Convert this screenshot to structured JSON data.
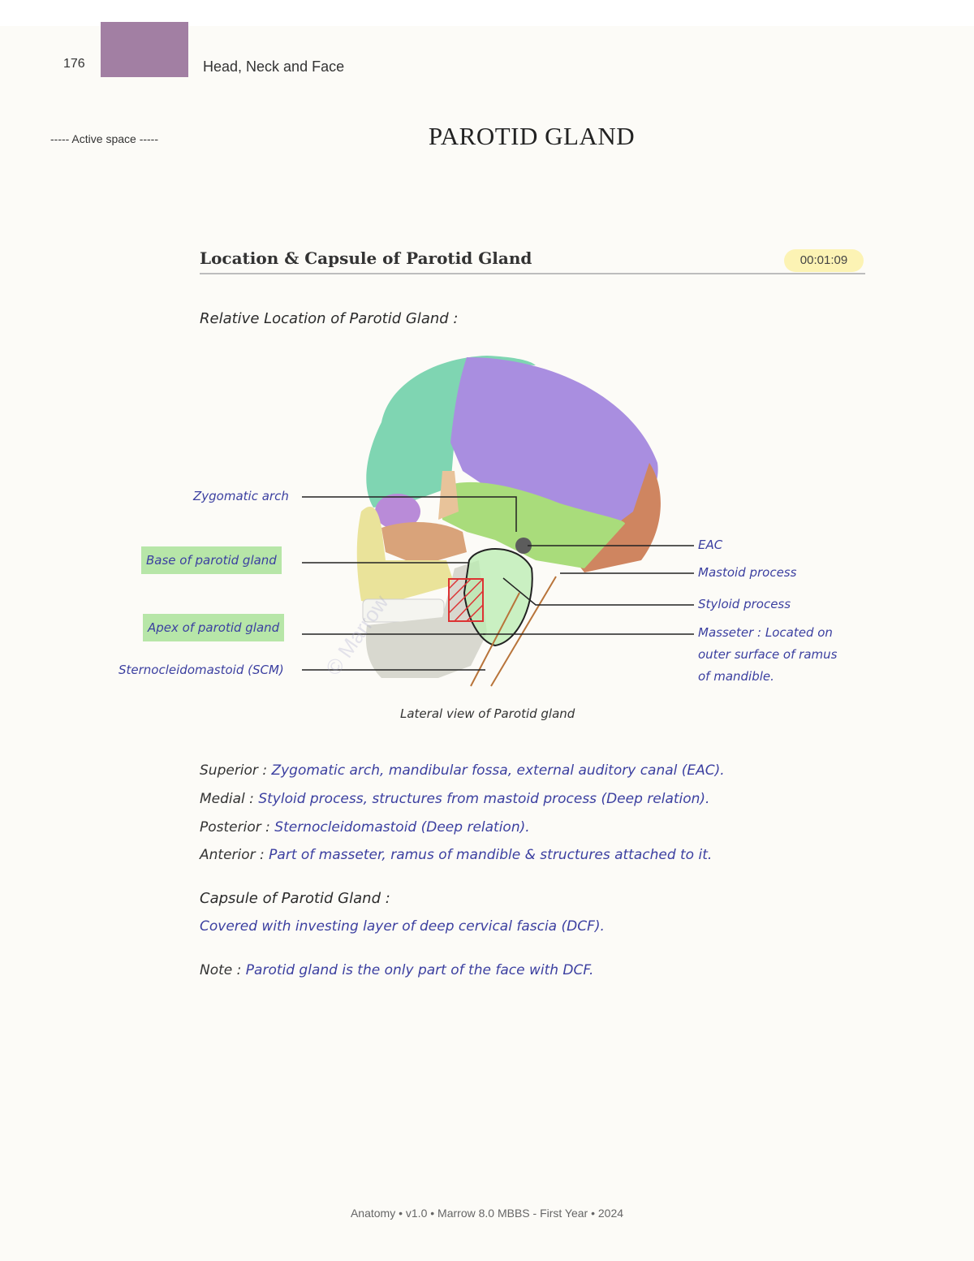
{
  "header": {
    "page_number": "176",
    "running_head": "Head, Neck and Face",
    "tab_color": "#a27fa3"
  },
  "sidebar": {
    "active_space": "----- Active space -----"
  },
  "title": "PAROTID GLAND",
  "section": {
    "heading": "Location & Capsule of Parotid Gland",
    "timestamp": "00:01:09"
  },
  "relative_location": {
    "heading": "Relative Location of Parotid Gland :",
    "figure": {
      "caption": "Lateral view of Parotid gland",
      "watermark": "© Marrow",
      "labels": {
        "zygomatic_arch": "Zygomatic arch",
        "base": "Base of parotid gland",
        "apex": "Apex of parotid gland",
        "scm": "Sternocleidomastoid (SCM)",
        "eac": "EAC",
        "mastoid": "Mastoid process",
        "styloid": "Styloid process",
        "masseter_1": "Masseter : Located on",
        "masseter_2": "outer surface of ramus",
        "masseter_3": "of mandible."
      }
    },
    "relations": [
      {
        "term": "Superior :",
        "text": "Zygomatic arch, mandibular fossa, external auditory canal (EAC)."
      },
      {
        "term": "Medial :",
        "text": "Styloid process, structures from mastoid process (Deep relation)."
      },
      {
        "term": "Posterior :",
        "text": "Sternocleidomastoid (Deep relation)."
      },
      {
        "term": "Anterior :",
        "text": "Part of masseter, ramus of mandible & structures attached to it."
      }
    ]
  },
  "capsule": {
    "heading": "Capsule of Parotid Gland :",
    "text": "Covered with investing layer of deep cervical fascia (DCF).",
    "note_term": "Note :",
    "note_text": "Parotid gland is the only part of the face with DCF."
  },
  "footer": "Anatomy • v1.0 • Marrow 8.0 MBBS - First Year • 2024"
}
